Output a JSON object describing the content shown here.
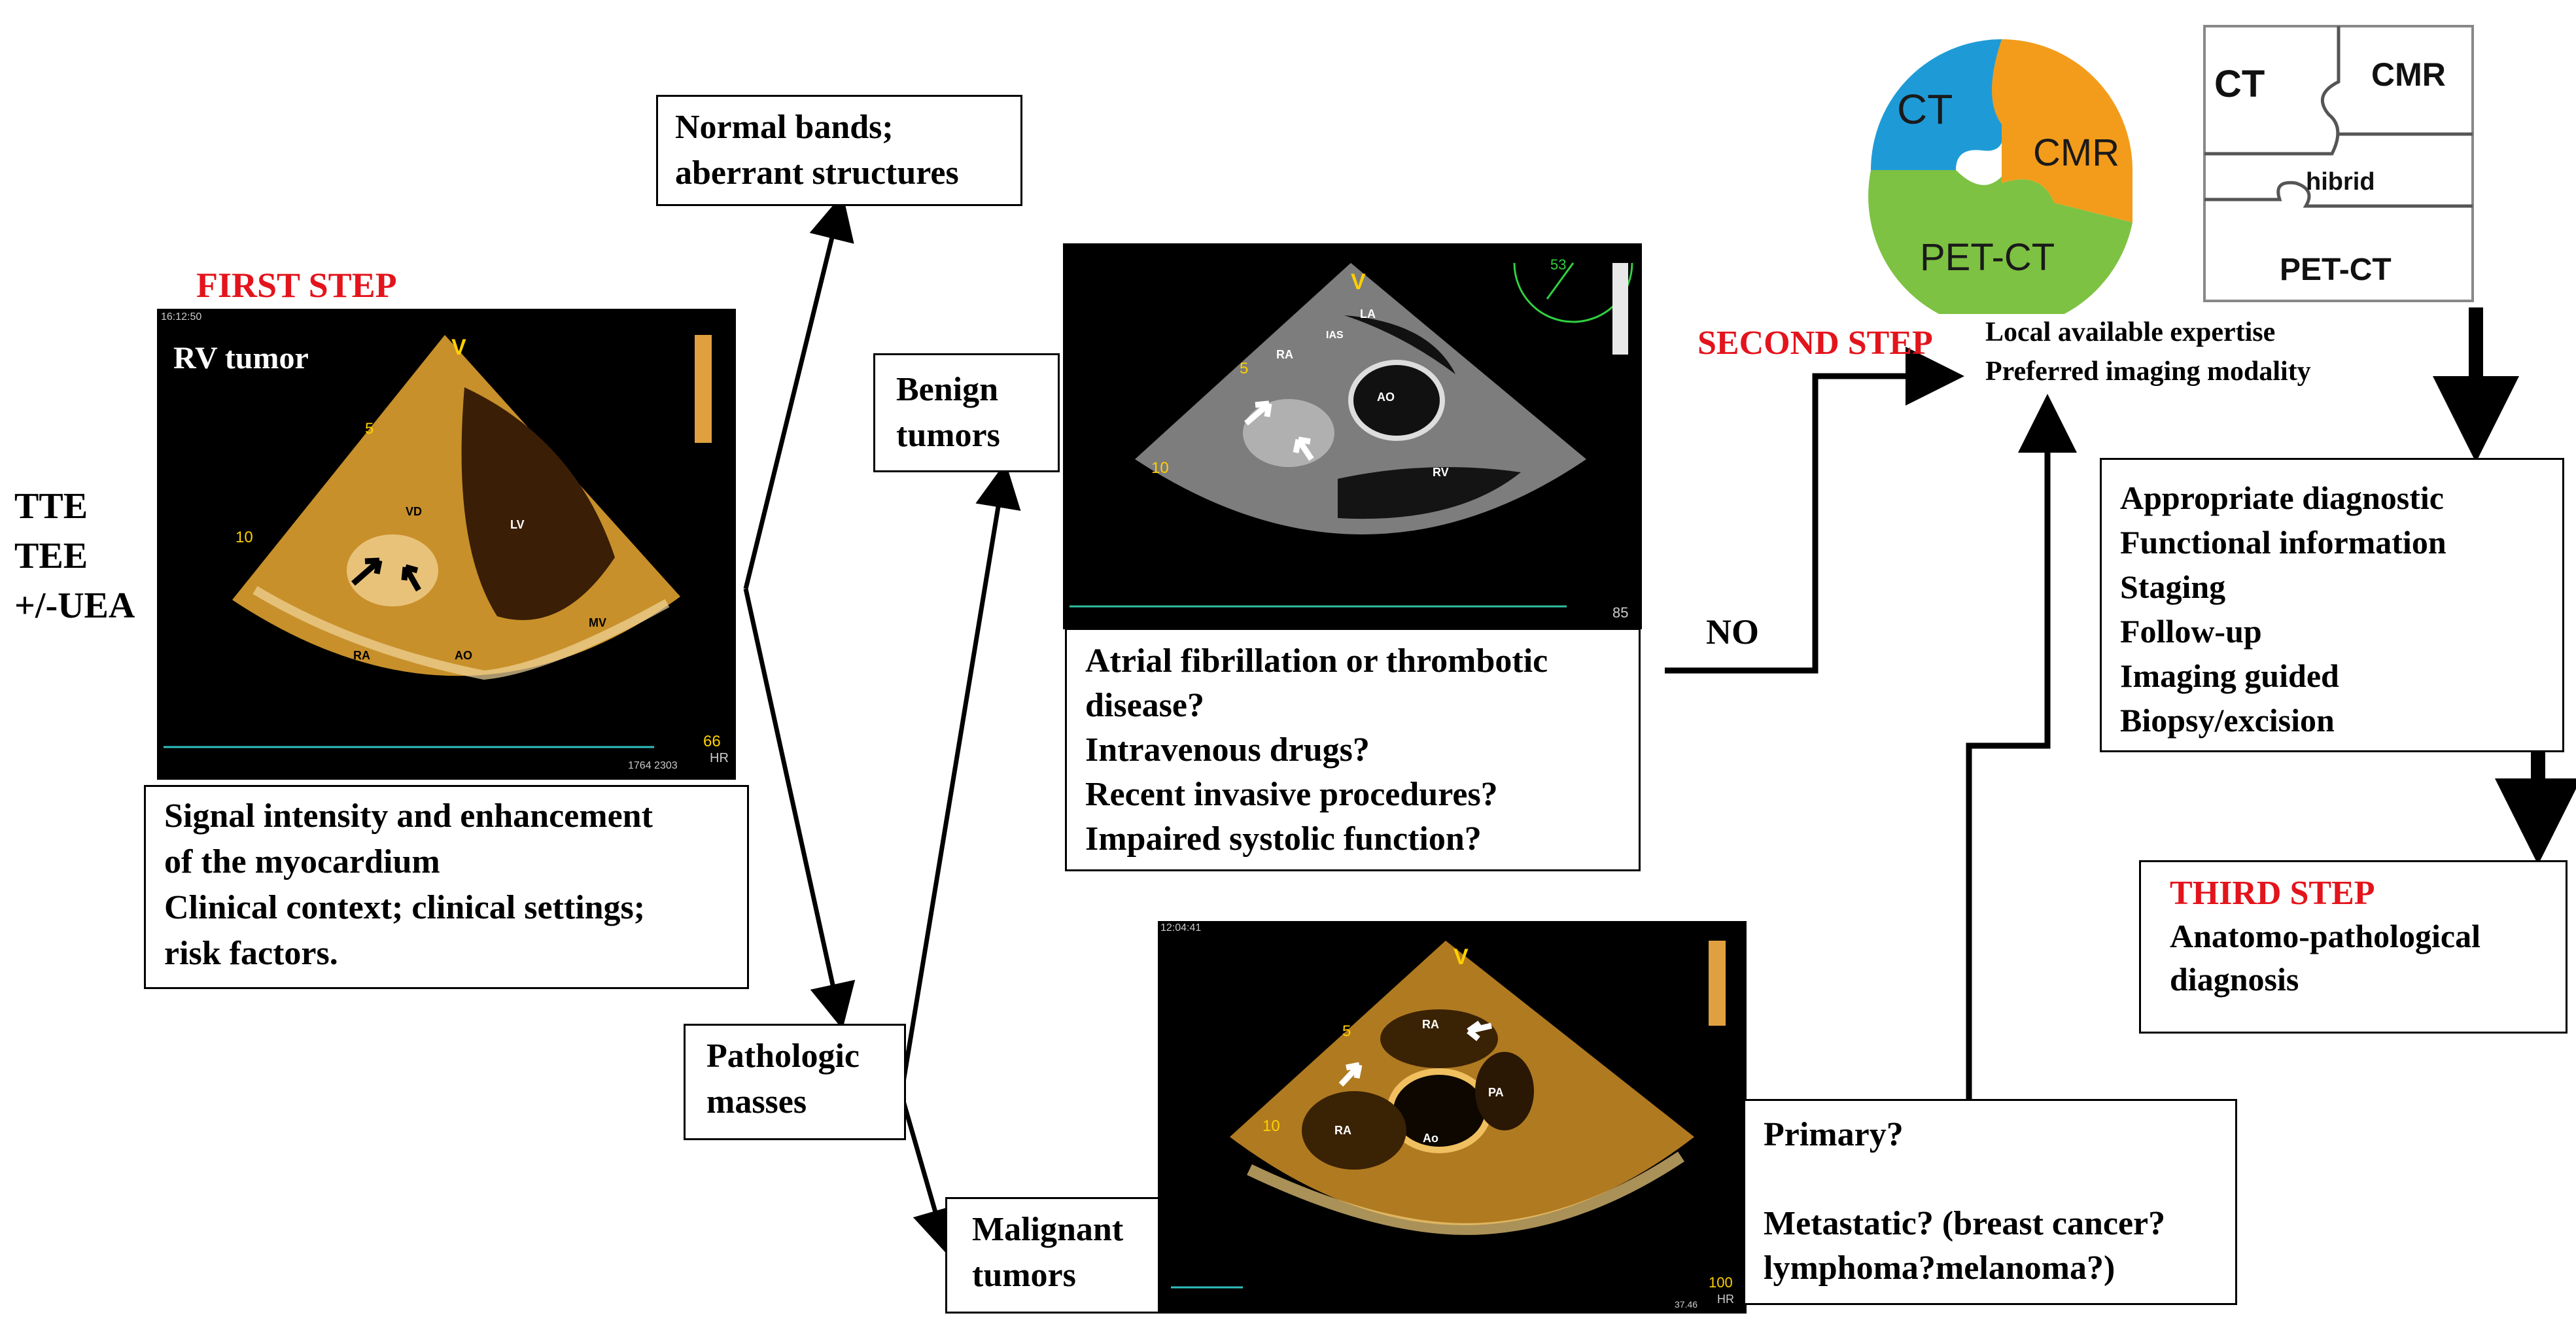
{
  "left_modalities": [
    "TTE",
    "TEE",
    "+/-UEA"
  ],
  "first_step": {
    "label": "FIRST STEP",
    "image": {
      "title": "RV tumor",
      "time": "16:12:50",
      "depth_5": "5",
      "depth_10": "10",
      "marker_v": "V",
      "label_vd": "VD",
      "label_lv": "LV",
      "label_ra": "RA",
      "label_ao": "AO",
      "label_mv": "MV",
      "hr_value": "66",
      "hr_unit": "HR",
      "footer": "1764 2303"
    },
    "criteria": "Signal intensity and enhancement\nof the myocardium\nClinical context; clinical settings;\nrisk factors."
  },
  "normal_bands": "Normal bands;\naberrant structures",
  "pathologic_masses": "Pathologic\nmasses",
  "benign_tumors": "Benign\ntumors",
  "malignant_tumors": "Malignant\ntumors",
  "benign_image": {
    "marker_v": "V",
    "angle": "53",
    "label_la": "LA",
    "label_ias": "IAS",
    "label_ra": "RA",
    "label_ao": "AO",
    "label_rv": "RV",
    "depth_5": "5",
    "depth_10": "10",
    "frame": "85"
  },
  "benign_questions": "Atrial fibrillation or thrombotic\ndisease?\nIntravenous drugs?\nRecent invasive procedures?\nImpaired systolic function?",
  "no_label": "NO",
  "malignant_image": {
    "time": "12:04:41",
    "marker_v": "V",
    "label_ra_top": "RA",
    "label_pa": "PA",
    "label_ra": "RA",
    "label_ao": "Ao",
    "depth_5": "5",
    "depth_10": "10",
    "hr_value": "100",
    "hr_unit": "HR",
    "footer": "37.46"
  },
  "malignant_questions": "Primary?\n\nMetastatic? (breast cancer?\nlymphoma?melanoma?)",
  "second_step": {
    "label": "SECOND STEP",
    "expertise": "Local available expertise\nPreferred imaging modality",
    "puzzle_colored": {
      "ct": "CT",
      "cmr": "CMR",
      "petct": "PET-CT"
    },
    "puzzle_outline": {
      "ct": "CT",
      "cmr": "CMR",
      "hibrid": "hibrid",
      "petct": "PET-CT"
    }
  },
  "outcomes": "Appropriate diagnostic\nFunctional information\nStaging\nFollow-up\nImaging guided\nBiopsy/excision",
  "third_step": {
    "label": "THIRD STEP",
    "diagnosis": "Anatomo-pathological\ndiagnosis"
  },
  "colors": {
    "step_red": "#e3141c",
    "puzzle_blue": "#1e9bd7",
    "puzzle_orange": "#f39c1b",
    "puzzle_green": "#7dc242",
    "echo_gold": "#c8902a"
  }
}
